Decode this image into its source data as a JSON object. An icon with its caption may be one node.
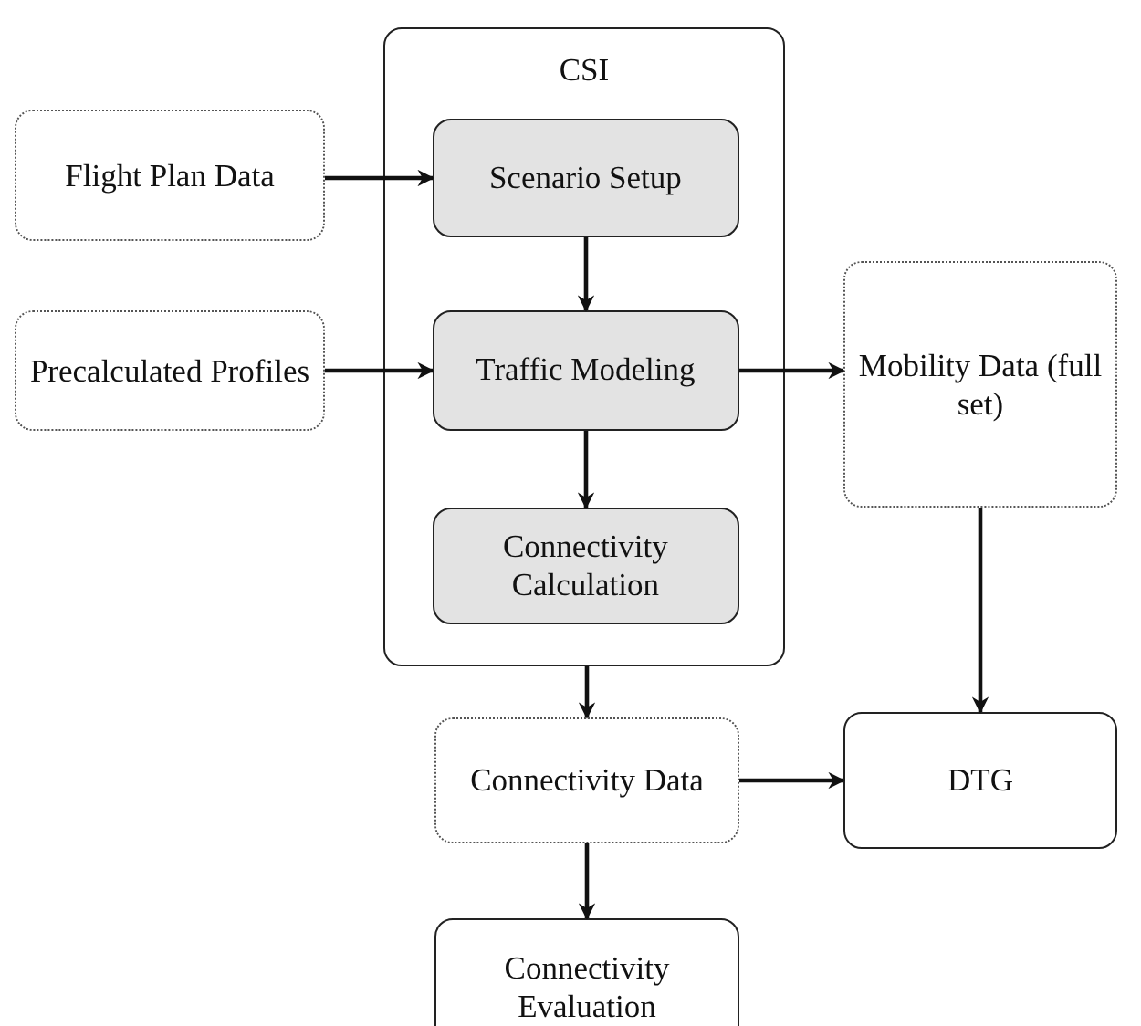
{
  "diagram": {
    "nodes": [
      {
        "text": [
          "CSI"
        ]
      },
      {
        "text": [
          "Scenario Setup"
        ],
        "in": 0
      },
      {
        "text": [
          "Traffic Modeling"
        ],
        "in": 0
      },
      {
        "text": [
          "Connectivity Calculation"
        ],
        "in": 0
      },
      {
        "text": [
          "Flight Plan Data"
        ]
      },
      {
        "text": [
          "Precalculated Profiles"
        ]
      },
      {
        "text": [
          "Mobility Data (full set)"
        ]
      },
      {
        "text": [
          "Connectivity Data"
        ]
      },
      {
        "text": [
          "DTG"
        ]
      },
      {
        "text": [
          "Connectivity Evaluation"
        ]
      }
    ],
    "edges": [
      {
        "from": 4,
        "to": 1,
        "arrow": "to"
      },
      {
        "from": 1,
        "to": 2,
        "arrow": "to"
      },
      {
        "from": 5,
        "to": 2,
        "arrow": "to"
      },
      {
        "from": 2,
        "to": 6,
        "arrow": "to"
      },
      {
        "from": 2,
        "to": 3,
        "arrow": "to"
      },
      {
        "from": 0,
        "to": 7,
        "arrow": "to"
      },
      {
        "from": 6,
        "to": 8,
        "arrow": "to"
      },
      {
        "from": 7,
        "to": 8,
        "arrow": "to"
      },
      {
        "from": 7,
        "to": 9,
        "arrow": "to"
      }
    ]
  }
}
